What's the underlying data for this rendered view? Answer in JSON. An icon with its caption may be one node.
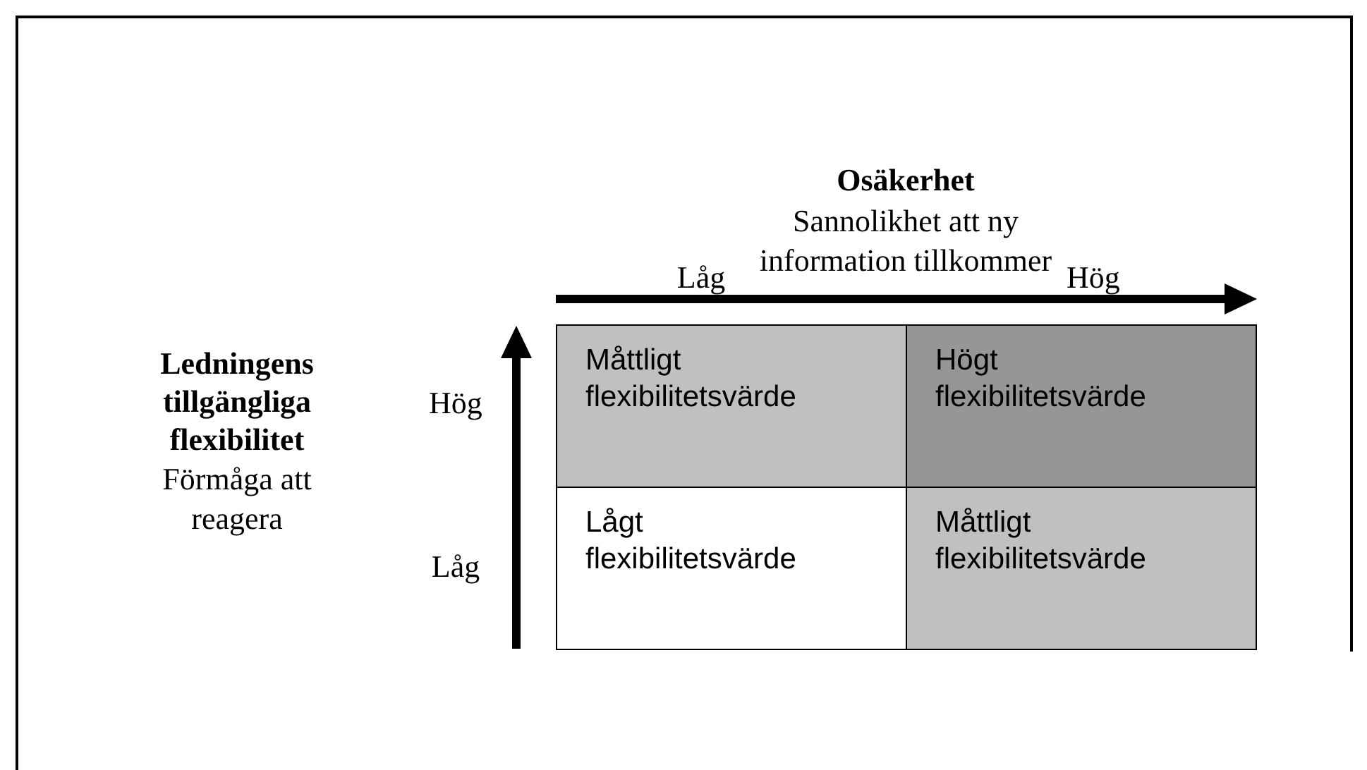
{
  "diagram": {
    "nodes": [
      {
        "text": [
          "Måttligt flexibilitetsvärde"
        ]
      },
      {
        "text": [
          "Högt flexibilitetsvärde"
        ]
      },
      {
        "text": [
          "Lågt flexibilitetsvärde"
        ]
      },
      {
        "text": [
          "Måttligt flexibilitetsvärde"
        ]
      }
    ],
    "labels": [
      "Osäkerhet",
      "Sannolikhet att ny information tillkommer",
      "Låg",
      "Hög",
      "Ledningens tillgängliga flexibilitet",
      "Förmåga att reagera",
      "Hög",
      "Låg"
    ]
  }
}
